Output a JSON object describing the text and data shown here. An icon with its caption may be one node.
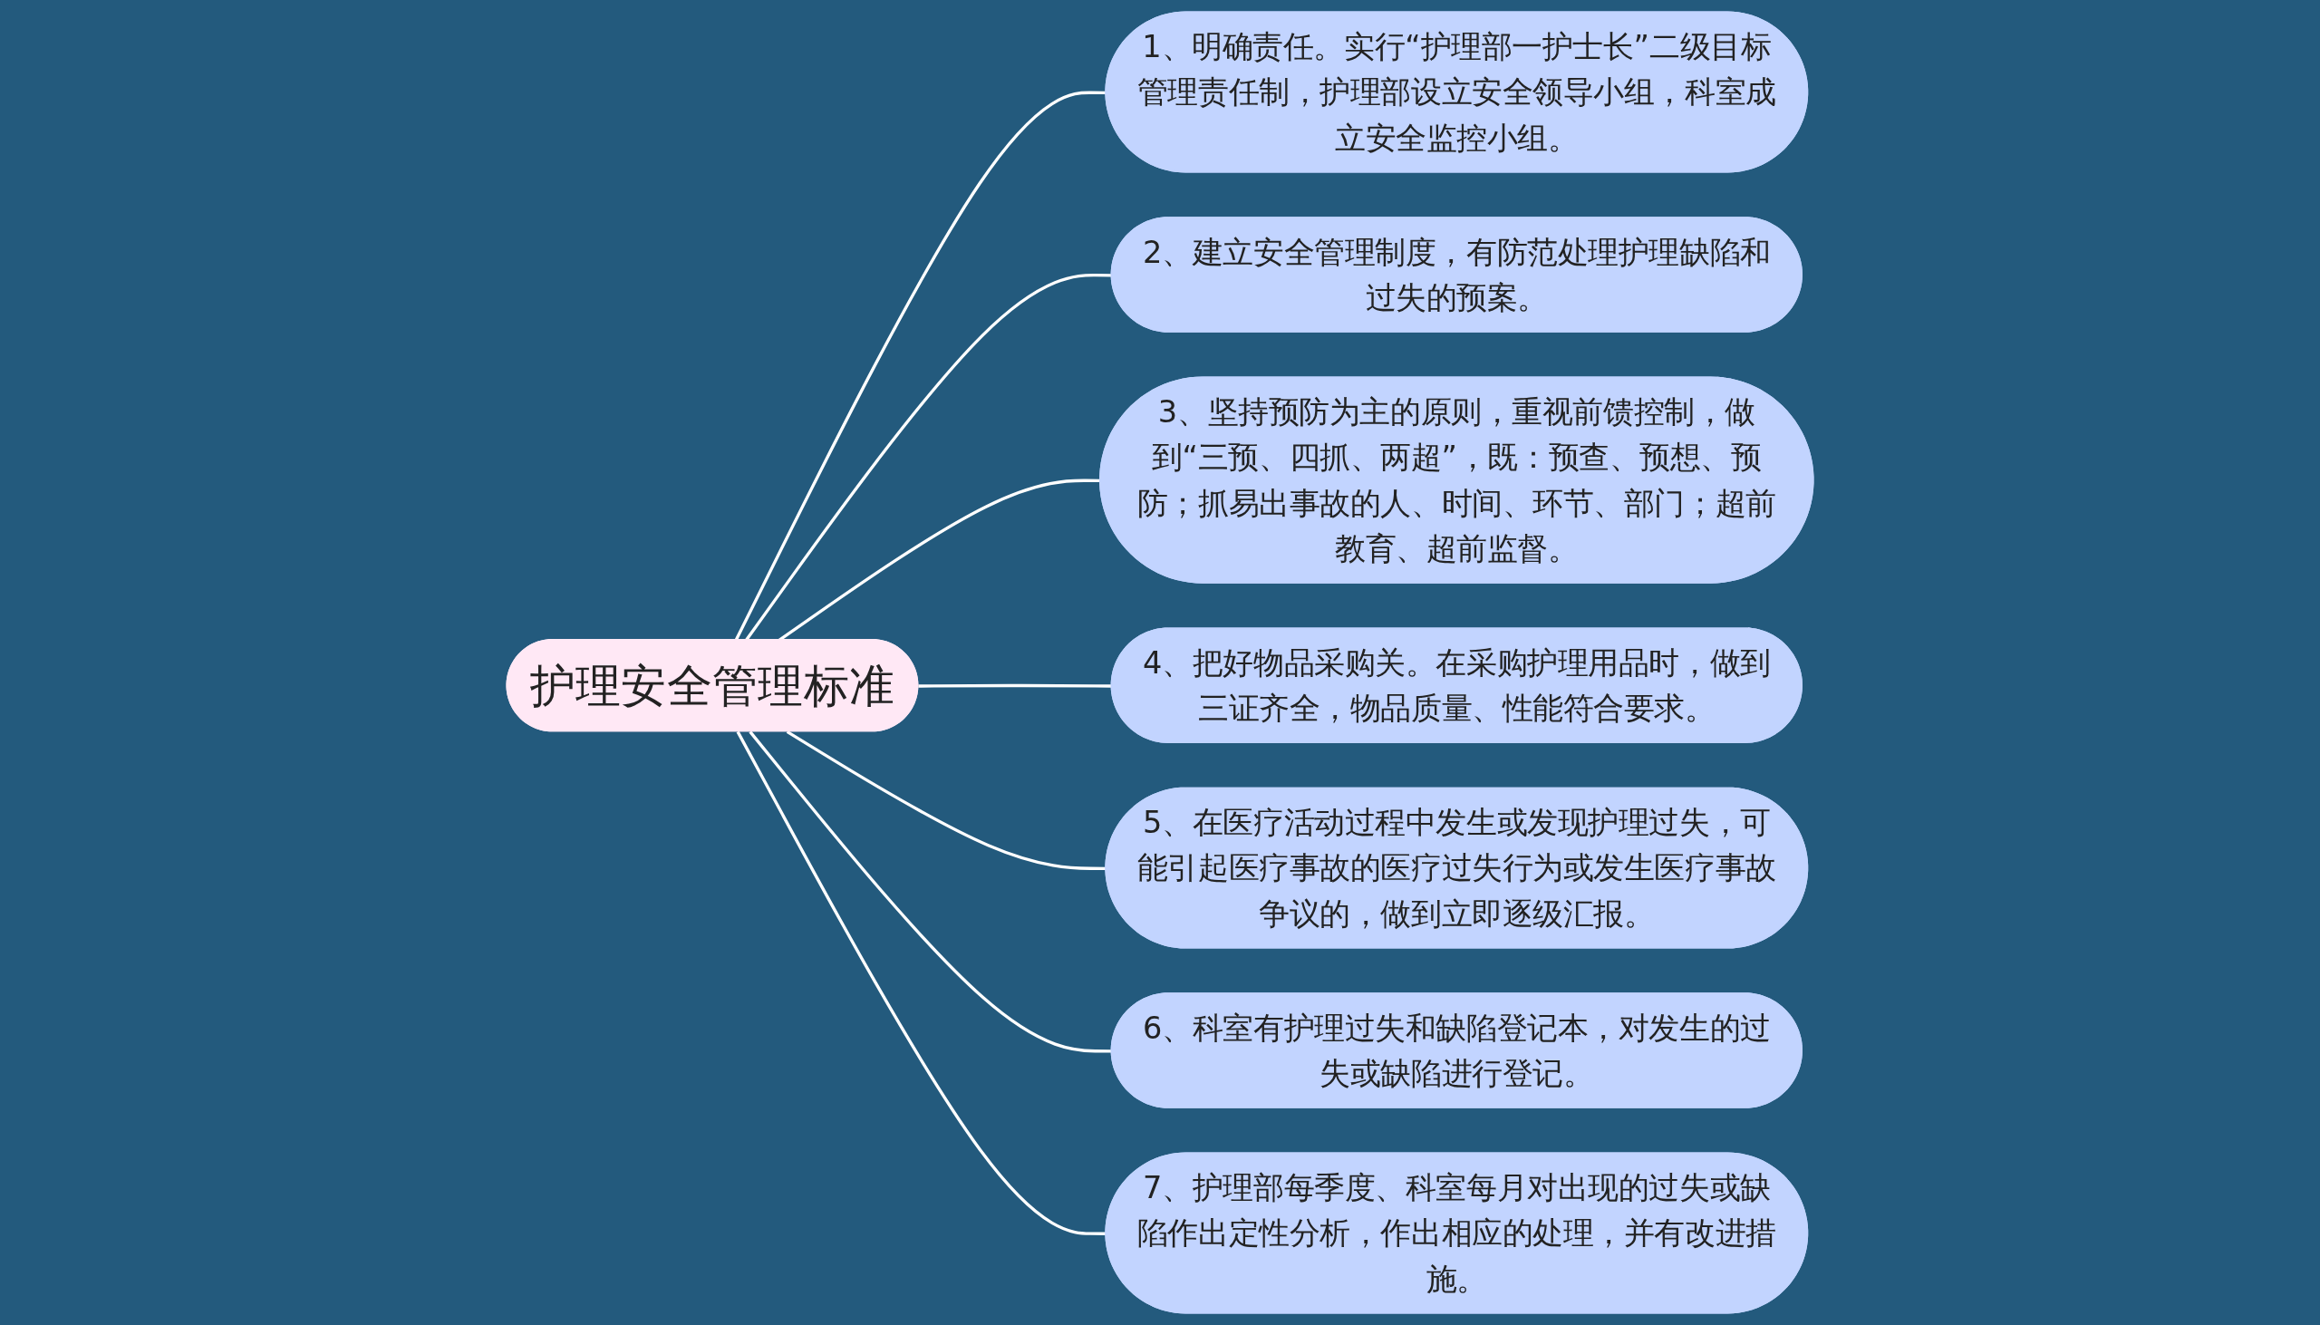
{
  "diagram": {
    "nodes": [
      {
        "text": [
          "护理安全管理标准"
        ]
      },
      {
        "text": [
          "1、明确责任。实行“护理部一护士长”二级目标管理责任制，护理部设立安全领导小组，科室成立安全监控小组。"
        ]
      },
      {
        "text": [
          "2、建立安全管理制度，有防范处理护理缺陷和过失的预案。"
        ]
      },
      {
        "text": [
          "3、坚持预防为主的原则，重视前馈控制，做到“三预、四抓、两超”，既：预查、预想、预防；抓易出事故的人、时间、环节、部门；超前教育、超前监督。"
        ]
      },
      {
        "text": [
          "4、把好物品采购关。在采购护理用品时，做到三证齐全，物品质量、性能符合要求。"
        ]
      },
      {
        "text": [
          "5、在医疗活动过程中发生或发现护理过失，可能引起医疗事故的医疗过失行为或发生医疗事故争议的，做到立即逐级汇报。"
        ]
      },
      {
        "text": [
          "6、科室有护理过失和缺陷登记本，对发生的过失或缺陷进行登记。"
        ]
      },
      {
        "text": [
          "7、护理部每季度、科室每月对出现的过失或缺陷作出定性分析，作出相应的处理，并有改进措施。"
        ]
      }
    ],
    "edges": [
      {
        "from": 0,
        "to": 1,
        "arrow": "none"
      },
      {
        "from": 0,
        "to": 2,
        "arrow": "none"
      },
      {
        "from": 0,
        "to": 3,
        "arrow": "none"
      },
      {
        "from": 0,
        "to": 4,
        "arrow": "none"
      },
      {
        "from": 0,
        "to": 5,
        "arrow": "none"
      },
      {
        "from": 0,
        "to": 6,
        "arrow": "none"
      },
      {
        "from": 0,
        "to": 7,
        "arrow": "none"
      }
    ]
  }
}
